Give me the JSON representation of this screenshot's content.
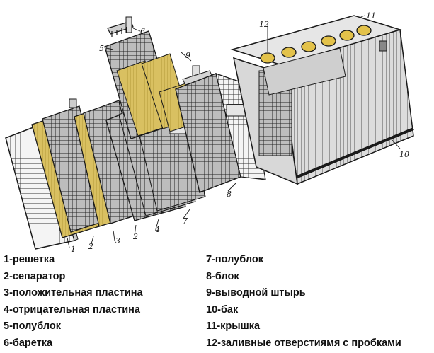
{
  "callouts": [
    "1",
    "2",
    "3",
    "4",
    "5",
    "6",
    "7",
    "8",
    "9",
    "10",
    "11",
    "12"
  ],
  "legend": {
    "left": [
      "1-решетка",
      "2-сепаратор",
      "3-положительная пластина",
      "4-отрицательная пластина",
      "5-полублок",
      "6-баретка"
    ],
    "right": [
      "7-полублок",
      "8-блок",
      "9-выводной штырь",
      "10-бак",
      "11-крышка",
      "12-заливные отверстиямя с пробками"
    ]
  },
  "colors": {
    "line": "#1a1a1a",
    "separator_fill": "#d9c061",
    "case_fill": "#e6e6e6",
    "cap_fill": "#e3c24a"
  }
}
